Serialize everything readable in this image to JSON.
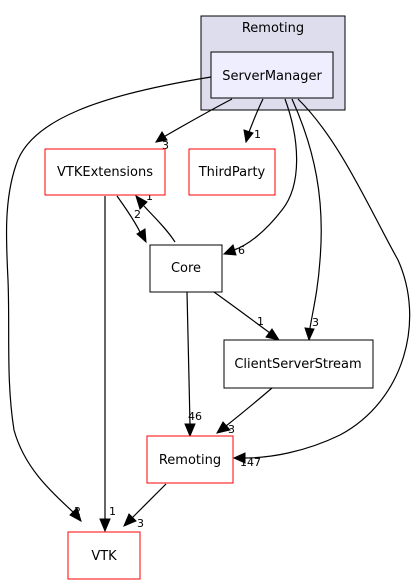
{
  "diagram": {
    "cluster": {
      "label": "Remoting"
    },
    "nodes": {
      "server_manager": {
        "label": "ServerManager"
      },
      "vtk_extensions": {
        "label": "VTKExtensions"
      },
      "third_party": {
        "label": "ThirdParty"
      },
      "core": {
        "label": "Core"
      },
      "client_server_stream": {
        "label": "ClientServerStream"
      },
      "remoting": {
        "label": "Remoting"
      },
      "vtk": {
        "label": "VTK"
      }
    },
    "edges": {
      "sm_to_vtkext": {
        "label": "3"
      },
      "sm_to_thirdparty": {
        "label": "1"
      },
      "sm_to_core": {
        "label": "6"
      },
      "sm_to_css": {
        "label": "3"
      },
      "sm_to_remoting": {
        "label": "147"
      },
      "sm_to_vtk": {
        "label": "2"
      },
      "vtkext_to_core": {
        "label": "2"
      },
      "core_to_vtkext": {
        "label": "1"
      },
      "vtkext_to_vtk": {
        "label": "1"
      },
      "core_to_css": {
        "label": "1"
      },
      "core_to_remoting": {
        "label": "46"
      },
      "css_to_remoting": {
        "label": "3"
      },
      "remoting_to_vtk": {
        "label": "3"
      }
    },
    "colors": {
      "cluster_fill": "#ddddee",
      "cluster_stroke": "#000000",
      "server_manager_fill": "#eeeeff",
      "node_stroke_red": "#ff0000",
      "node_stroke_black": "#000000",
      "edge": "#000000"
    }
  }
}
